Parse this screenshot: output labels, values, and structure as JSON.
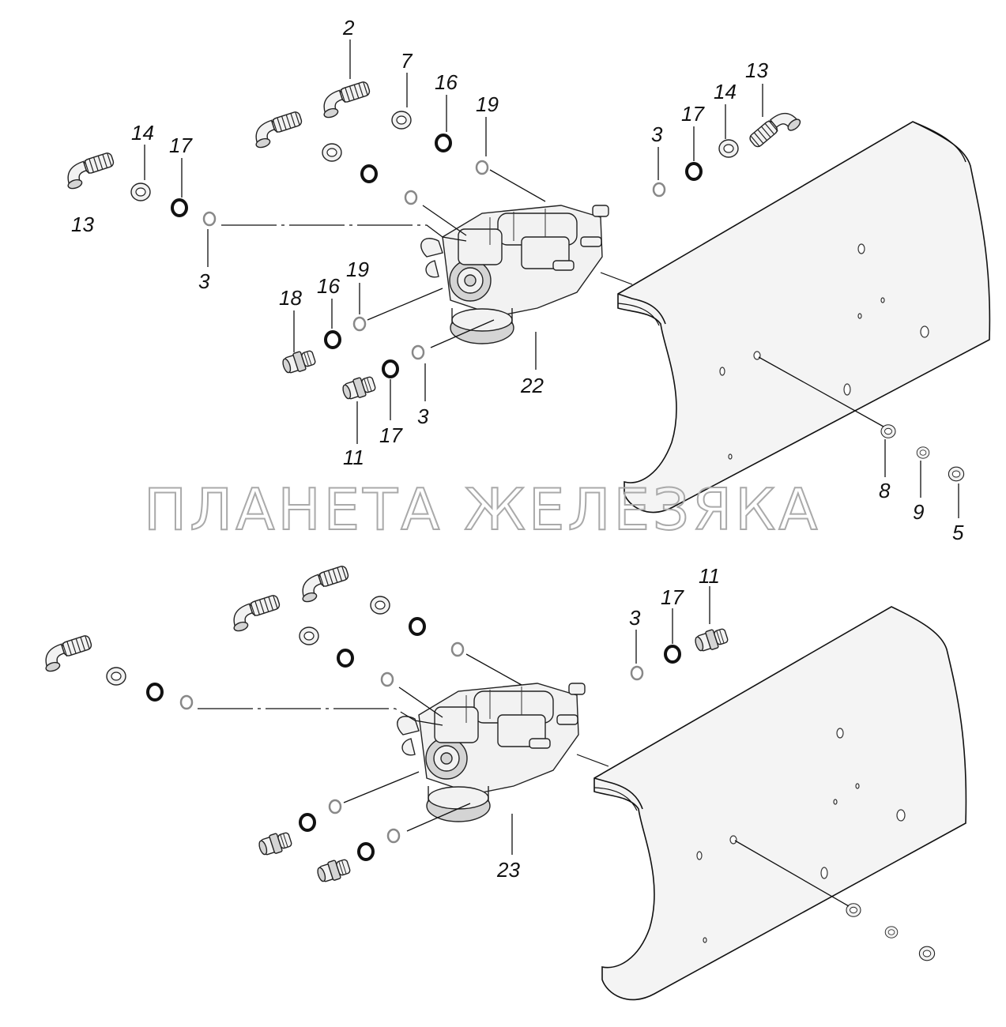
{
  "labels": {
    "top_2": "2",
    "top_7": "7",
    "top_16": "16",
    "top_19": "19",
    "top_3_right": "3",
    "top_17_right": "17",
    "top_14_right": "14",
    "top_13_right": "13",
    "top_14_left": "14",
    "top_17_left": "17",
    "top_13_left": "13",
    "top_3_left": "3",
    "top_18": "18",
    "top_16_low": "16",
    "top_19_low": "19",
    "top_22": "22",
    "top_11": "11",
    "top_17_low": "17",
    "top_3_low": "3",
    "top_8": "8",
    "top_9": "9",
    "top_5": "5",
    "bot_3": "3",
    "bot_17": "17",
    "bot_11": "11",
    "bot_23": "23"
  },
  "watermark": "ПЛАНЕТА ЖЕЛЕЗЯКА"
}
